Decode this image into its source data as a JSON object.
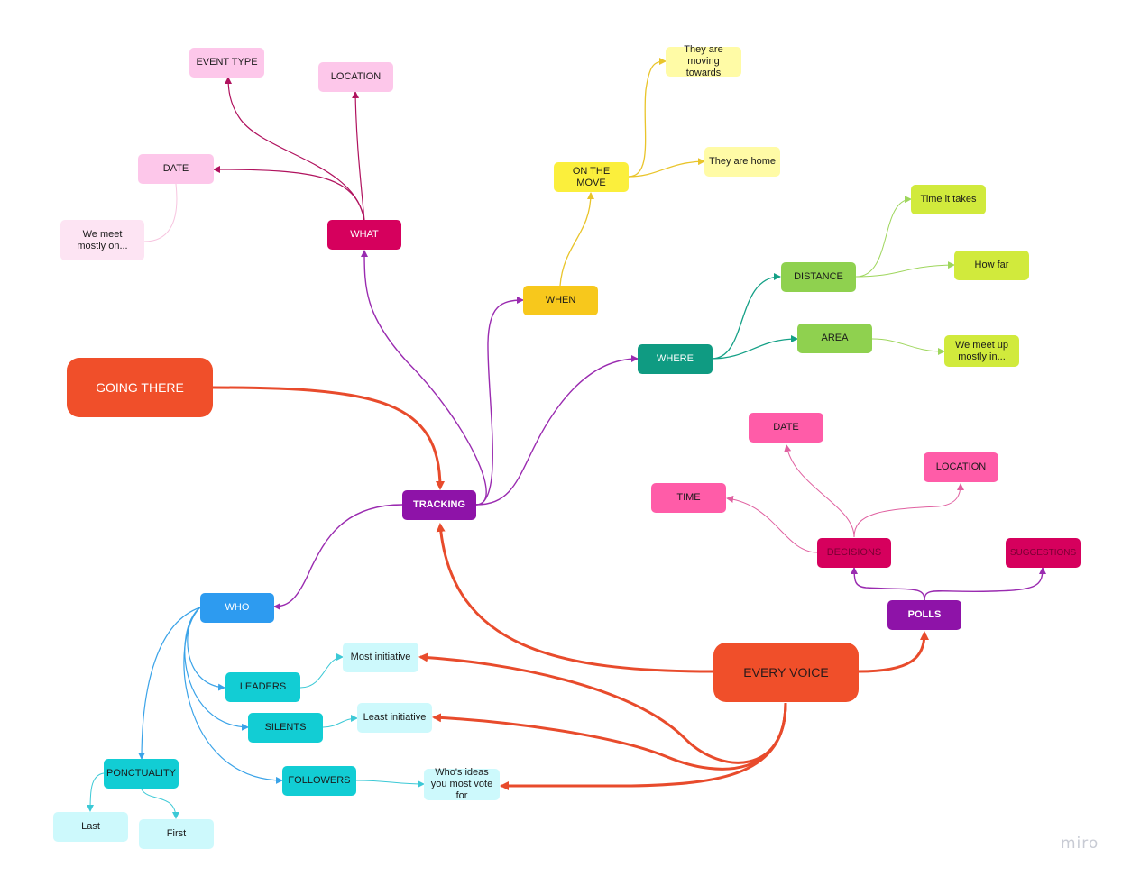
{
  "nodes": {
    "going_there": "GOING THERE",
    "tracking": "TRACKING",
    "what": "WHAT",
    "event_type": "EVENT TYPE",
    "location_what": "LOCATION",
    "date_what": "DATE",
    "we_meet_mostly_on": "We meet mostly on...",
    "when": "WHEN",
    "on_the_move": "ON THE MOVE",
    "moving_towards": "They are moving towards",
    "they_are_home": "They are home",
    "where": "WHERE",
    "distance": "DISTANCE",
    "time_it_takes": "Time it takes",
    "how_far": "How far",
    "area": "AREA",
    "we_meet_up_mostly_in": "We meet up mostly in...",
    "who": "WHO",
    "leaders": "LEADERS",
    "silents": "SILENTS",
    "followers": "FOLLOWERS",
    "ponctuality": "PONCTUALITY",
    "last": "Last",
    "first": "First",
    "most_initiative": "Most initiative",
    "least_initiative": "Least initiative",
    "whos_ideas": "Who's ideas you most vote for",
    "every_voice": "EVERY VOICE",
    "polls": "POLLS",
    "decisions": "DECISIONS",
    "suggestions": "SUGGESTIONS",
    "date_polls": "DATE",
    "time_polls": "TIME",
    "location_polls": "LOCATION"
  },
  "colors": {
    "orange_red": "#f04f2a",
    "purple": "#8e13a8",
    "magenta": "#d6005d",
    "light_pink": "#fdc7ea",
    "yellow_dark": "#f7c81c",
    "yellow": "#fbef3c",
    "light_yellow": "#fffba6",
    "teal": "#0f9b82",
    "green": "#8fd14f",
    "lime": "#d1ea3c",
    "blue": "#2d9bf0",
    "cyan": "#12cdd4",
    "light_cyan": "#cdf9fc",
    "hot_pink": "#ff5ca8"
  },
  "watermark": "miro"
}
